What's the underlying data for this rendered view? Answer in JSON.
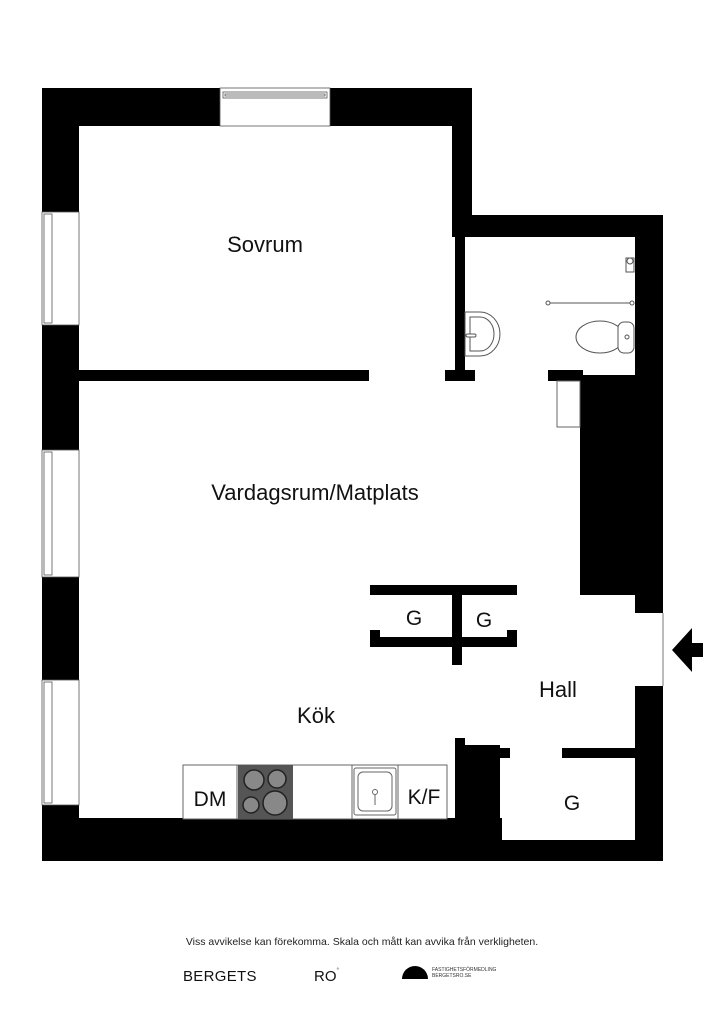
{
  "rooms": {
    "sovrum": "Sovrum",
    "vardagsrum": "Vardagsrum/Matplats",
    "kok": "Kök",
    "hall": "Hall",
    "closet1": "G",
    "closet2": "G",
    "closet3": "G"
  },
  "fixtures": {
    "dishwasher": "DM",
    "fridge_freezer": "K/F",
    "stove": "stove",
    "sink": "sink",
    "toilet": "toilet",
    "washbasin": "washbasin",
    "shower": "shower"
  },
  "entrance": {
    "icon": "entrance-arrow-icon"
  },
  "footer": {
    "disclaimer": "Viss avvikelse kan förekomma. Skala och mått kan avvika från verkligheten.",
    "logo_left": "BERGETS",
    "logo_mid": "RO",
    "logo_mid_mark": "°",
    "badge_line1": "FASTIGHETSFÖRMEDLING",
    "badge_line2": "BERGETSRO.SE"
  },
  "colors": {
    "wall": "#000000",
    "background": "#ffffff",
    "stove": "#555555",
    "hob_ring": "#888888"
  }
}
